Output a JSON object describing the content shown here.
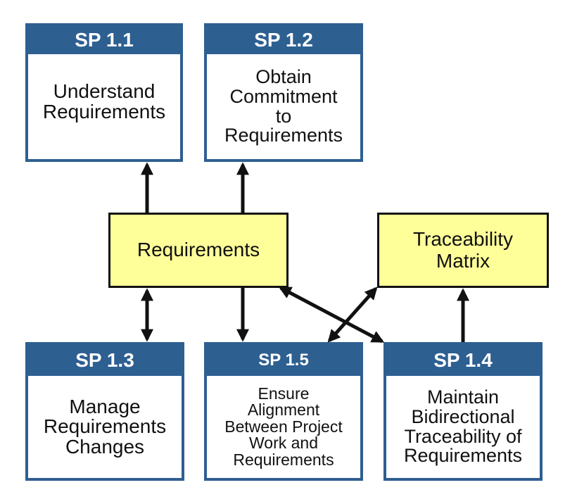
{
  "colors": {
    "box_border": "#2e5f91",
    "box_header": "#2e5f91",
    "artifact_fill": "#ffff99",
    "arrow": "#111111"
  },
  "practices": {
    "sp11": {
      "id": "SP 1.1",
      "title": "Understand\nRequirements"
    },
    "sp12": {
      "id": "SP 1.2",
      "title": "Obtain\nCommitment\nto\nRequirements"
    },
    "sp13": {
      "id": "SP 1.3",
      "title": "Manage\nRequirements\nChanges"
    },
    "sp15": {
      "id": "SP 1.5",
      "title": "Ensure\nAlignment\nBetween Project\nWork and\nRequirements"
    },
    "sp14": {
      "id": "SP 1.4",
      "title": "Maintain\nBidirectional\nTraceability of\nRequirements"
    }
  },
  "artifacts": {
    "requirements": "Requirements",
    "traceability_matrix": "Traceability\nMatrix"
  }
}
